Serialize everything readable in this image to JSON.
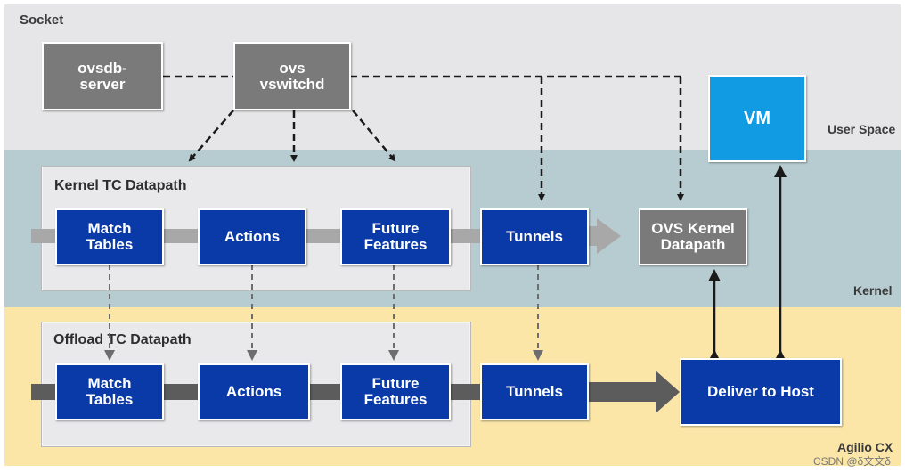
{
  "zones": {
    "user_space": "User Space",
    "kernel": "Kernel",
    "hardware": "Agilio CX",
    "socket": "Socket"
  },
  "groups": {
    "kernel_tc": "Kernel TC Datapath",
    "offload_tc": "Offload TC Datapath"
  },
  "nodes": {
    "ovsdb_server": "ovsdb-\nserver",
    "ovs_vswitchd": "ovs\nvswitchd",
    "vm": "VM",
    "kernel_match_tables": "Match\nTables",
    "kernel_actions": "Actions",
    "kernel_future_features": "Future\nFeatures",
    "kernel_tunnels": "Tunnels",
    "ovs_kernel_datapath": "OVS Kernel\nDatapath",
    "offload_match_tables": "Match\nTables",
    "offload_actions": "Actions",
    "offload_future_features": "Future\nFeatures",
    "offload_tunnels": "Tunnels",
    "deliver_to_host": "Deliver to Host"
  },
  "colors": {
    "user_space_bg": "#e6e6e8",
    "kernel_bg": "#b7ccd1",
    "hardware_bg": "#fbe6a8",
    "blue_box": "#0a3aa8",
    "gray_box": "#7a7a7a",
    "vm_box": "#119be3"
  },
  "watermark": "CSDN @δ文文δ"
}
